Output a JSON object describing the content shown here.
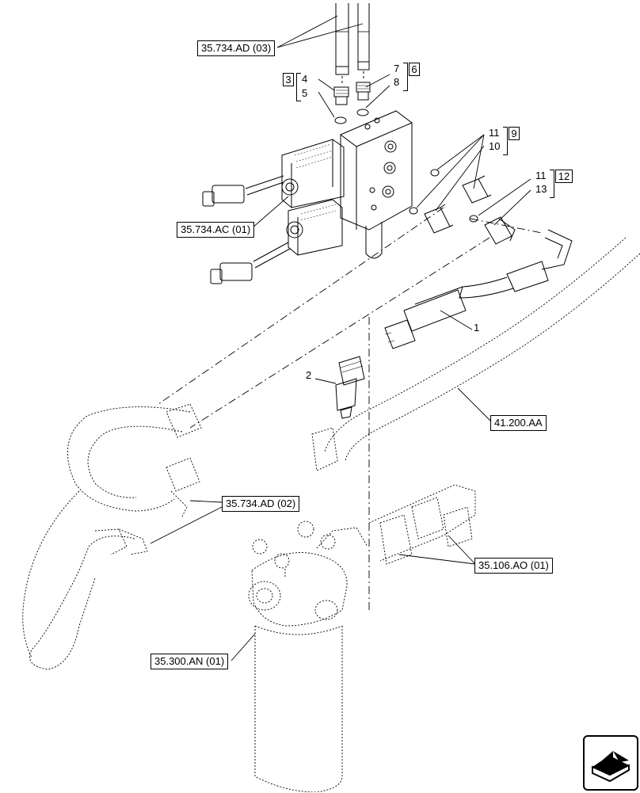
{
  "references": {
    "ad03": "35.734.AD (03)",
    "ac01": "35.734.AC (01)",
    "ad02": "35.734.AD (02)",
    "aa": "41.200.AA",
    "ao01": "35.106.AO (01)",
    "an01": "35.300.AN (01)"
  },
  "callouts": {
    "n1": "1",
    "n2": "2",
    "n4": "4",
    "n5": "5",
    "n7": "7",
    "n8": "8",
    "n10": "10",
    "n11a": "11",
    "n11b": "11",
    "n13": "13"
  },
  "groups": {
    "g3": "3",
    "g6": "6",
    "g9": "9",
    "g12": "12"
  },
  "nav_icon": "next-page-arrow-icon"
}
